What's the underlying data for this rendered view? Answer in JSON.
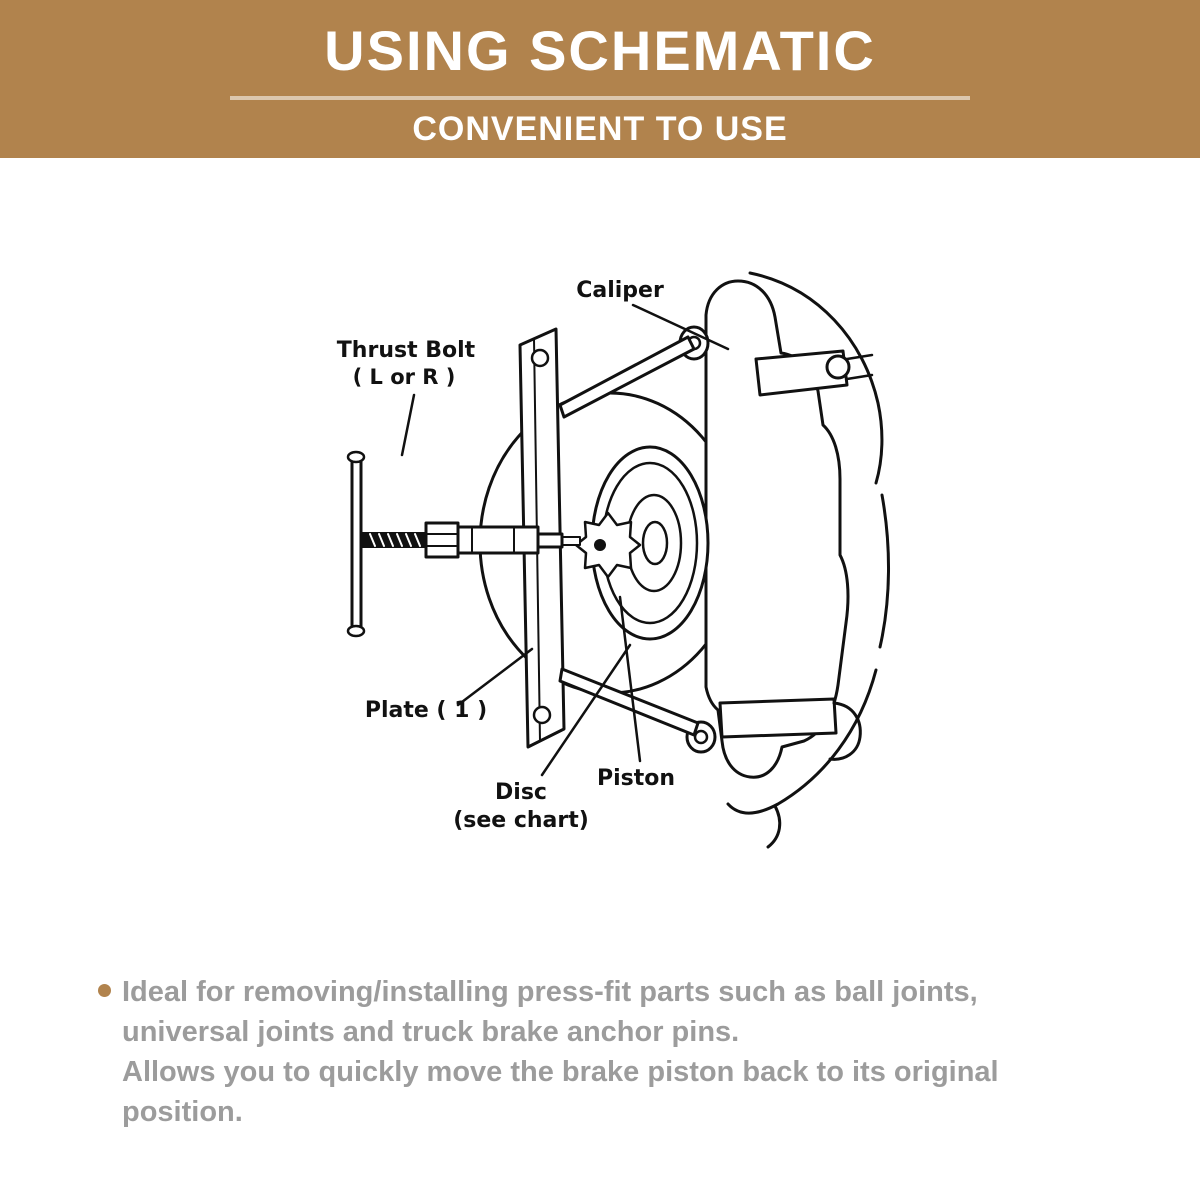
{
  "header": {
    "title": "USING SCHEMATIC",
    "subtitle": "CONVENIENT TO USE",
    "banner_color": "#b1834d",
    "divider_color": "#e0cdb0"
  },
  "diagram": {
    "description": "brake-caliper-piston-tool-schematic",
    "line_color": "#111111",
    "labels": {
      "caliper": "Caliper",
      "thrust_bolt_line1": "Thrust Bolt",
      "thrust_bolt_line2": "( L or R )",
      "plate": "Plate ( 1 )",
      "disc_line1": "Disc",
      "disc_line2": "(see chart)",
      "piston": "Piston"
    }
  },
  "bullets": {
    "marker_color": "#b1834d",
    "text_color": "#9c9c9c",
    "line1": "Ideal for removing/installing press-fit parts such as ball joints,",
    "line2": "universal joints and truck brake anchor pins.",
    "line3": "Allows you to quickly move the brake piston back to its original position."
  }
}
